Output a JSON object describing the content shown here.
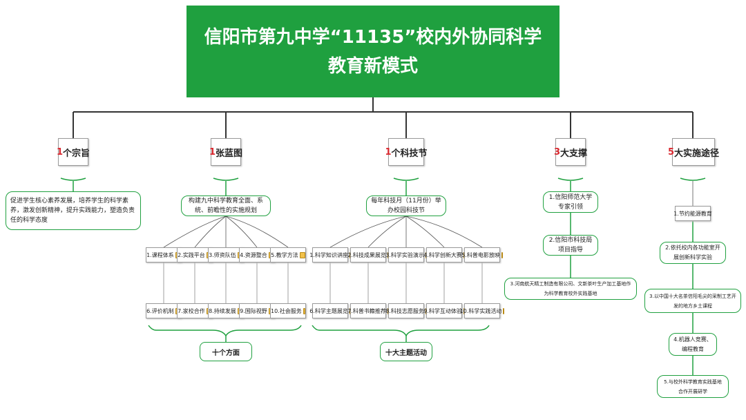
{
  "title": "信阳市第九中学“11135”校内外协同科学教育新模式",
  "branches": [
    {
      "num": "1",
      "label": "个宗旨",
      "desc": "促进学生核心素养发展，培养学生的科学素养，激发创新精神，提升实践能力，塑造负责任的科学态度"
    },
    {
      "num": "1",
      "label": "张蓝图",
      "desc": "构建九中科学教育全面、系统、前瞻性的实施规划"
    },
    {
      "num": "1",
      "label": "个科技节",
      "desc": "每年科技月（11月份）举办校园科技节"
    },
    {
      "num": "3",
      "label": "大支撑"
    },
    {
      "num": "5",
      "label": "大实施途径"
    }
  ],
  "blueprint_items": [
    "1.课程体系",
    "2.实践平台",
    "3.师资队伍",
    "4.资源整合",
    "5.教学方法",
    "6.评价机制",
    "7.家校合作",
    "8.持续发展",
    "9.国际视野",
    "10.社会服务"
  ],
  "blueprint_footer": "十个方面",
  "festival_items": [
    "1.科学知识讲座",
    "2.科技成果展览",
    "3.科学实验演示",
    "4.科学创新大赛",
    "5.科普电影放映",
    "6.科学主题展览",
    "7.科普书籍推荐",
    "8.科技志愿服务",
    "9.科学互动体验",
    "10.科学实践活动"
  ],
  "festival_footer": "十大主题活动",
  "supports": [
    "1.信阳师范大学专家引领",
    "2.信阳市科技局项目指导",
    "3.河南航天精工制造有限公司、文新茶叶生产加工基地作为科学教育校外实践基地"
  ],
  "paths": [
    "1.节约能源教育",
    "2.依托校内各功能室开展创新科学实验",
    "3.以中国十大名茶信阳毛尖的采制工艺开发的地方乡土课程",
    "4.机器人竞赛、编程教育",
    "5.与校外科学教育实践基地合作开展研学"
  ]
}
